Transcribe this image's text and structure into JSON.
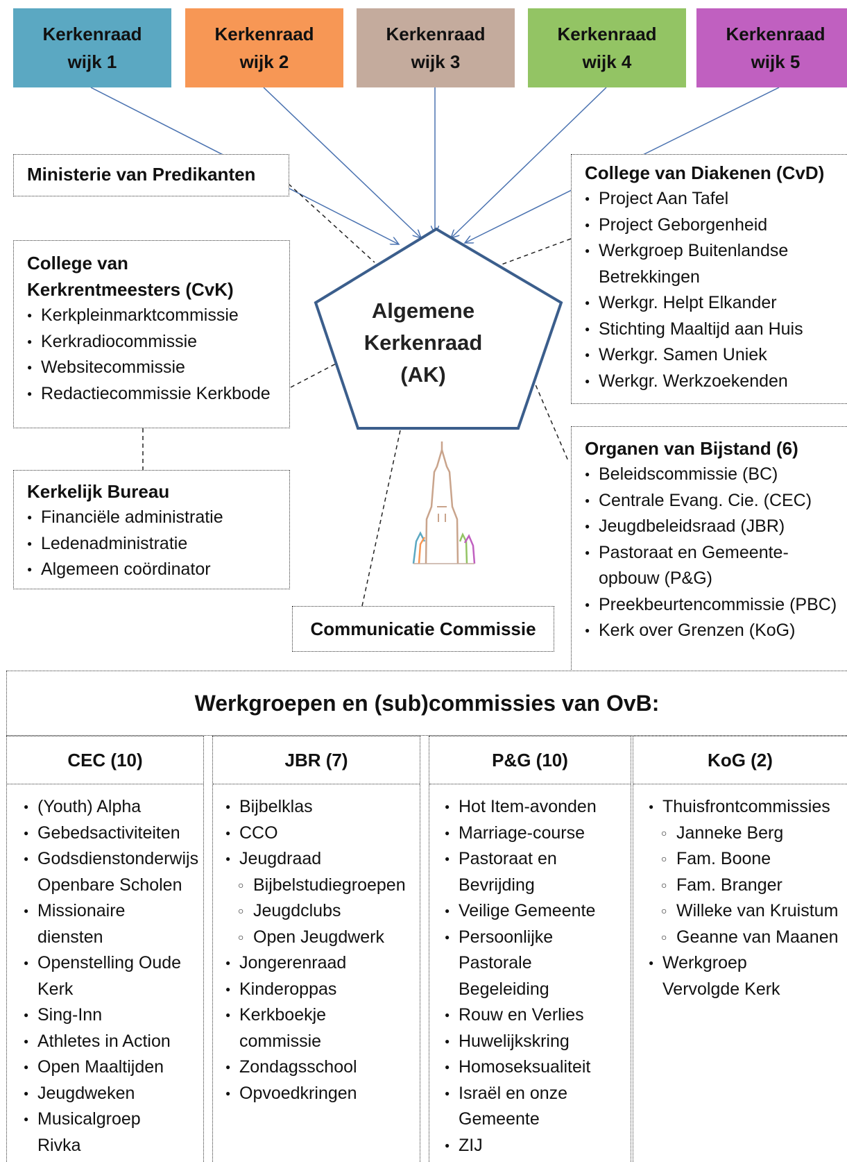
{
  "wijken": [
    {
      "line1": "Kerkenraad",
      "line2": "wijk 1",
      "color": "#5BA8C2"
    },
    {
      "line1": "Kerkenraad",
      "line2": "wijk 2",
      "color": "#F79755"
    },
    {
      "line1": "Kerkenraad",
      "line2": "wijk 3",
      "color": "#C4AB9D"
    },
    {
      "line1": "Kerkenraad",
      "line2": "wijk 4",
      "color": "#93C464"
    },
    {
      "line1": "Kerkenraad",
      "line2": "wijk 5",
      "color": "#C060C0"
    }
  ],
  "center": {
    "line1": "Algemene",
    "line2": "Kerkenraad",
    "line3": "(AK)",
    "border_color": "#3B5E8C"
  },
  "ministerie": {
    "title": "Ministerie van Predikanten"
  },
  "cvk": {
    "title1": "College van",
    "title2": "Kerkrentmeesters (CvK)",
    "items": [
      "Kerkpleinmarktcommissie",
      "Kerkradiocommissie",
      "Websitecommissie",
      "Redactiecommissie Kerkbode"
    ]
  },
  "bureau": {
    "title": "Kerkelijk Bureau",
    "items": [
      "Financiële administratie",
      "Ledenadministratie",
      "Algemeen coördinator"
    ]
  },
  "communicatie": {
    "title": "Communicatie Commissie"
  },
  "cvd": {
    "title": "College van Diakenen (CvD)",
    "items": [
      "Project Aan Tafel",
      "Project Geborgenheid",
      "Werkgroep Buitenlandse Betrekkingen",
      "Werkgr. Helpt Elkander",
      "Stichting Maaltijd aan Huis",
      "Werkgr. Samen Uniek",
      "Werkgr. Werkzoekenden"
    ]
  },
  "organen": {
    "title": "Organen van Bijstand (6)",
    "items": [
      "Beleidscommissie (BC)",
      "Centrale Evang. Cie. (CEC)",
      "Jeugdbeleidsraad (JBR)",
      "Pastoraat en Gemeente-opbouw (P&G)",
      "Preekbeurtencommissie (PBC)",
      "Kerk over Grenzen (KoG)"
    ]
  },
  "werkgroepen": {
    "title": "Werkgroepen en (sub)commissies van OvB:"
  },
  "columns": {
    "cec": {
      "header": "CEC (10)",
      "items": [
        "(Youth) Alpha",
        "Gebedsactiviteiten",
        "Godsdienstonderwijs Openbare Scholen",
        "Missionaire diensten",
        "Openstelling Oude Kerk",
        "Sing-Inn",
        "Athletes in Action",
        "Open Maaltijden",
        "Jeugdweken",
        "Musicalgroep Rivka"
      ]
    },
    "jbr": {
      "header": "JBR (7)",
      "items_a": [
        "Bijbelklas",
        "CCO",
        "Jeugdraad"
      ],
      "sub": [
        "Bijbelstudiegroepen",
        "Jeugdclubs",
        "Open Jeugdwerk"
      ],
      "items_b": [
        "Jongerenraad",
        "Kinderoppas",
        "Kerkboekje commissie",
        "Zondagsschool",
        "Opvoedkringen"
      ]
    },
    "pg": {
      "header": "P&G (10)",
      "items": [
        "Hot Item-avonden",
        "Marriage-course",
        "Pastoraat en Bevrijding",
        "Veilige Gemeente",
        "Persoonlijke Pastorale Begeleiding",
        "Rouw en Verlies",
        "Huwelijkskring",
        "Homoseksualiteit",
        "Israël en onze Gemeente",
        "ZIJ"
      ]
    },
    "kog": {
      "header": "KoG (2)",
      "items_a": [
        "Thuisfrontcommissies"
      ],
      "sub": [
        "Janneke Berg",
        "Fam. Boone",
        "Fam. Branger",
        "Willeke van Kruistum",
        "Geanne van Maanen"
      ],
      "items_b": [
        "Werkgroep Vervolgde Kerk"
      ]
    }
  },
  "arrow_color": "#4A72B0"
}
